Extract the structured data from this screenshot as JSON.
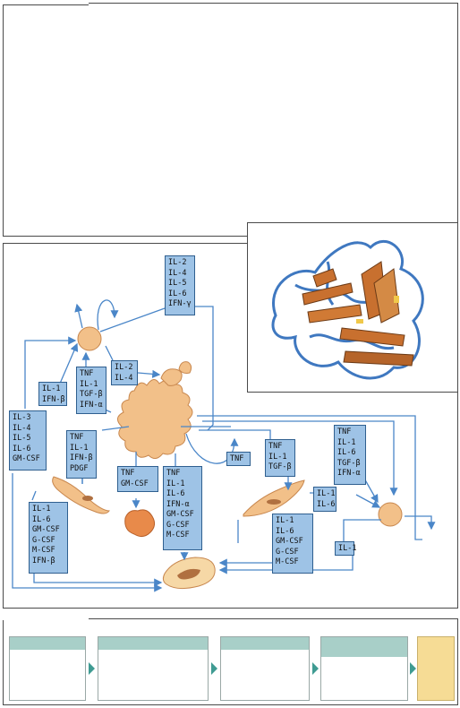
{
  "colors": {
    "box_fill": "#9ec3e6",
    "arrow": "#4a86c8",
    "cell_fill": "#f2c089",
    "cell_edge": "#c8874e",
    "protein_strand": "#c8702f",
    "protein_loop": "#3f78c0",
    "flow_header": "#a8cfc8",
    "flow_final": "#f6dc95",
    "flow_arrow": "#3f9b92"
  },
  "diagram": {
    "box_top": [
      "IL-2",
      "IL-4",
      "IL-5",
      "IL-6",
      "IFN-γ"
    ],
    "box_il2_il4": [
      "IL-2",
      "IL-4"
    ],
    "box_tnf_left": [
      "TNF",
      "IL-1",
      "TGF-β",
      "IFN-α"
    ],
    "box_il1_ifnb": [
      "IL-1",
      "IFN-β"
    ],
    "box_left_col": [
      "IL-3",
      "IL-4",
      "IL-5",
      "IL-6",
      "GM-CSF"
    ],
    "box_fibro_left": [
      "TNF",
      "IL-1",
      "IFN-β",
      "PDGF"
    ],
    "box_tnf_gmcsf": [
      "TNF",
      "GM-CSF"
    ],
    "box_center_col": [
      "TNF",
      "IL-1",
      "IL-6",
      "IFN-α",
      "GM-CSF",
      "G-CSF",
      "M-CSF"
    ],
    "box_tnf_small": [
      "TNF"
    ],
    "box_tnf_il1_tgfb": [
      "TNF",
      "IL-1",
      "TGF-β"
    ],
    "box_tnf_right": [
      "TNF",
      "IL-1",
      "IL-6",
      "TGF-β",
      "IFN-α"
    ],
    "box_il1_il6": [
      "IL-1",
      "IL-6"
    ],
    "box_bottom_left": [
      "IL-1",
      "IL-6",
      "GM-CSF",
      "G-CSF",
      "M-CSF",
      "IFN-β"
    ],
    "box_bottom_mid": [
      "IL-1",
      "IL-6",
      "GM-CSF",
      "G-CSF",
      "M-CSF"
    ],
    "box_il1_bottom": [
      "IL-1"
    ]
  }
}
